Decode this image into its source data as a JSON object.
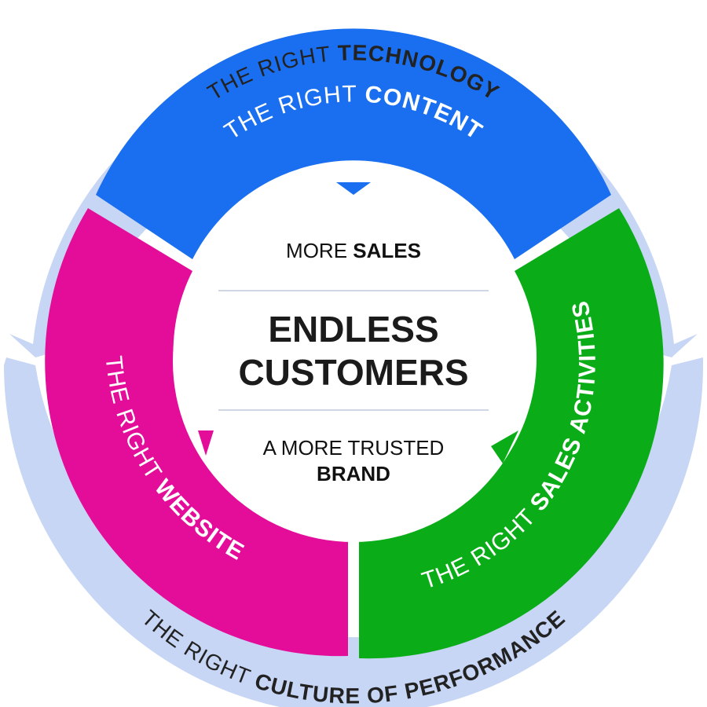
{
  "colors": {
    "outer_ring": "#c7d6f5",
    "content": "#1a6ff0",
    "website": "#e40d9a",
    "sales_activities": "#0aad17",
    "center_bg": "#ffffff",
    "divider": "#cfd6e4",
    "segment_text": "#ffffff",
    "dark_text": "#1b1b1b"
  },
  "outer": {
    "top": {
      "light": "THE RIGHT ",
      "bold": "TECHNOLOGY"
    },
    "bottom": {
      "light": "THE RIGHT ",
      "bold": "CULTURE OF PERFORMANCE"
    }
  },
  "segments": {
    "content": {
      "light": "THE RIGHT ",
      "bold": "CONTENT"
    },
    "website": {
      "light": "THE RIGHT ",
      "bold": "WEBSITE"
    },
    "sales_activities": {
      "light": "THE RIGHT ",
      "bold": "SALES ACTIVITIES"
    }
  },
  "center": {
    "top": {
      "light": "MORE ",
      "bold": "SALES"
    },
    "title_line1": "ENDLESS",
    "title_line2": "CUSTOMERS",
    "bottom_line1": "A MORE TRUSTED",
    "bottom_line2": "BRAND"
  }
}
